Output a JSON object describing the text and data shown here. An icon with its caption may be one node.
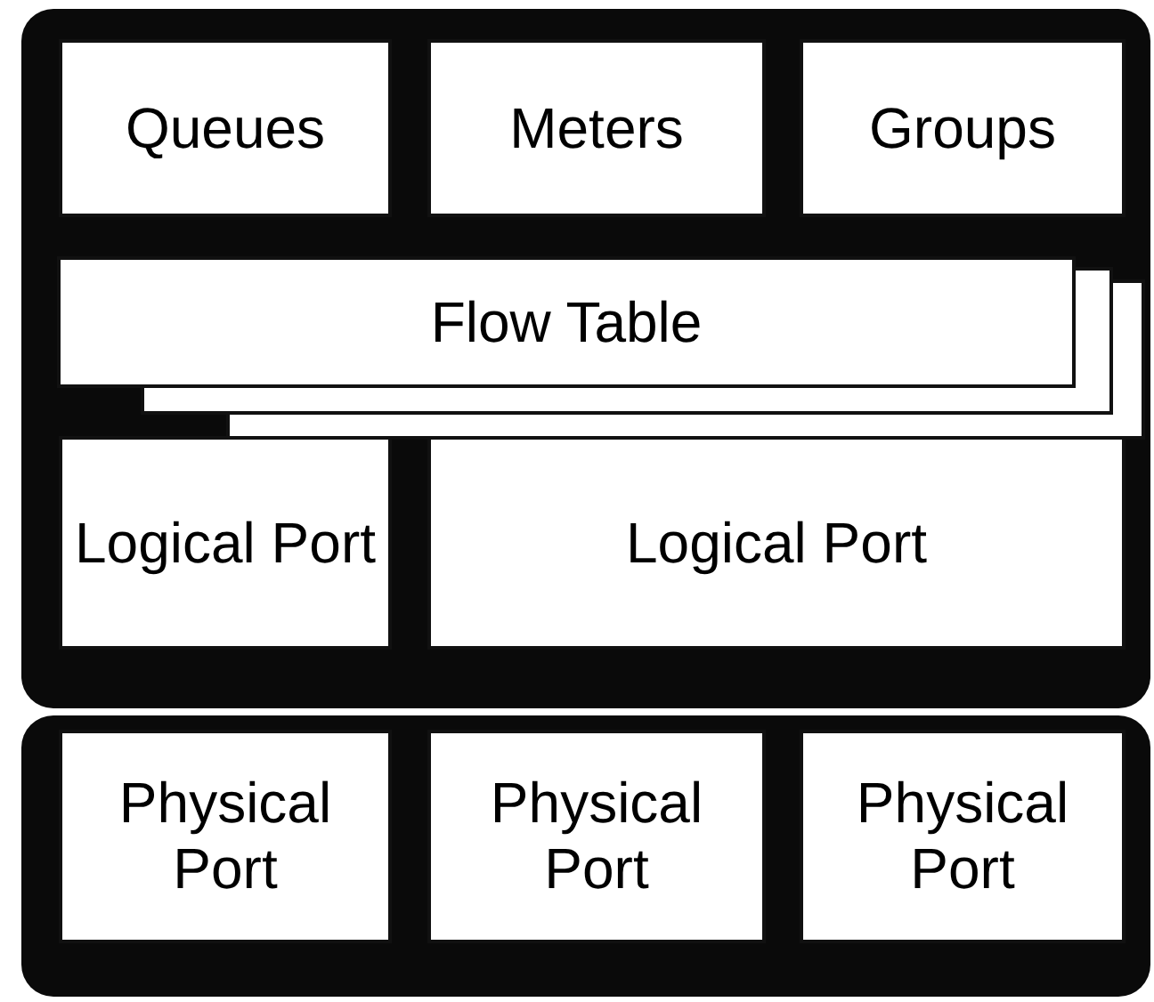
{
  "diagram": {
    "nodes": [
      {
        "text": [
          "Queues"
        ]
      },
      {
        "text": [
          "Meters"
        ]
      },
      {
        "text": [
          "Groups"
        ]
      },
      {
        "text": [
          "Flow Table"
        ]
      },
      {
        "text": [
          "Logical Port"
        ]
      },
      {
        "text": [
          "Logical Port"
        ]
      },
      {
        "text": [
          "Physical Port"
        ]
      },
      {
        "text": [
          "Physical Port"
        ]
      },
      {
        "text": [
          "Physical Port"
        ]
      }
    ]
  }
}
